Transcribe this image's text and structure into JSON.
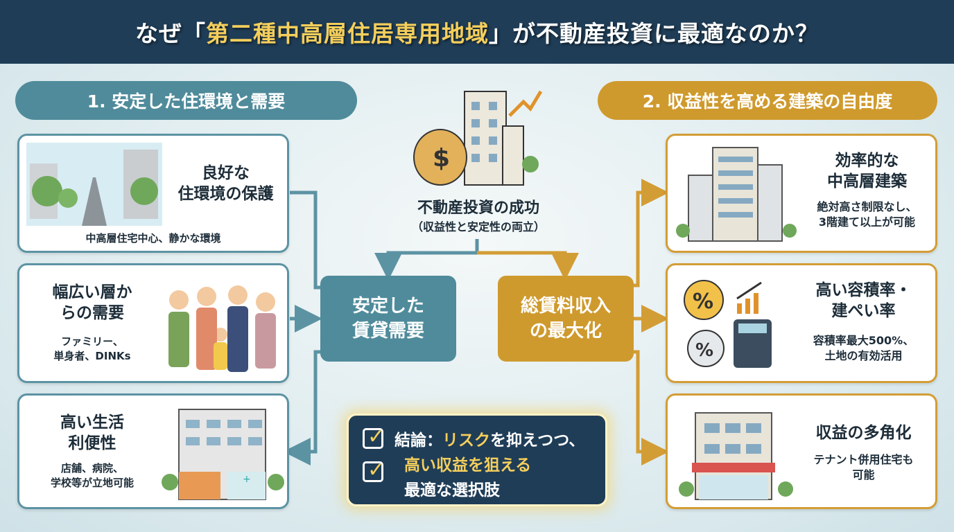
{
  "title": {
    "prefix": "なぜ「",
    "highlight": "第二種中高層住居専用地域",
    "suffix": "」が不動産投資に最適なのか？"
  },
  "left_header": "1. 安定した住環境と需要",
  "right_header": "2. 収益性を高める建築の自由度",
  "center": {
    "title": "不動産投資の成功",
    "subtitle": "（収益性と安定性の両立）",
    "teal_box": "安定した\n賃貸需要",
    "gold_box": "総賃料収入\nの最大化"
  },
  "left_cards": [
    {
      "title": "良好な\n住環境の保護",
      "desc": "中高層住宅中心、静かな環境"
    },
    {
      "title": "幅広い層か\nらの需要",
      "desc": "ファミリー、\n単身者、DINKs"
    },
    {
      "title": "高い生活\n利便性",
      "desc": "店舗、病院、\n学校等が立地可能"
    }
  ],
  "right_cards": [
    {
      "title": "効率的な\n中高層建築",
      "desc": "絶対高さ制限なし、\n3階建て以上が可能"
    },
    {
      "title": "高い容積率・\n建ぺい率",
      "desc": "容積率最大500%、\n土地の有効活用"
    },
    {
      "title": "収益の多角化",
      "desc": "テナント併用住宅も\n可能"
    }
  ],
  "conclusion": {
    "label": "結論：",
    "line1_hl": "リスク",
    "line1_rest": "を抑えつつ、",
    "line2": "高い収益を狙える",
    "line3": "最適な選択肢"
  },
  "colors": {
    "navy": "#1f3d57",
    "teal": "#4f8b9b",
    "gold": "#cf9a2d",
    "yellow": "#f5cf5c"
  }
}
